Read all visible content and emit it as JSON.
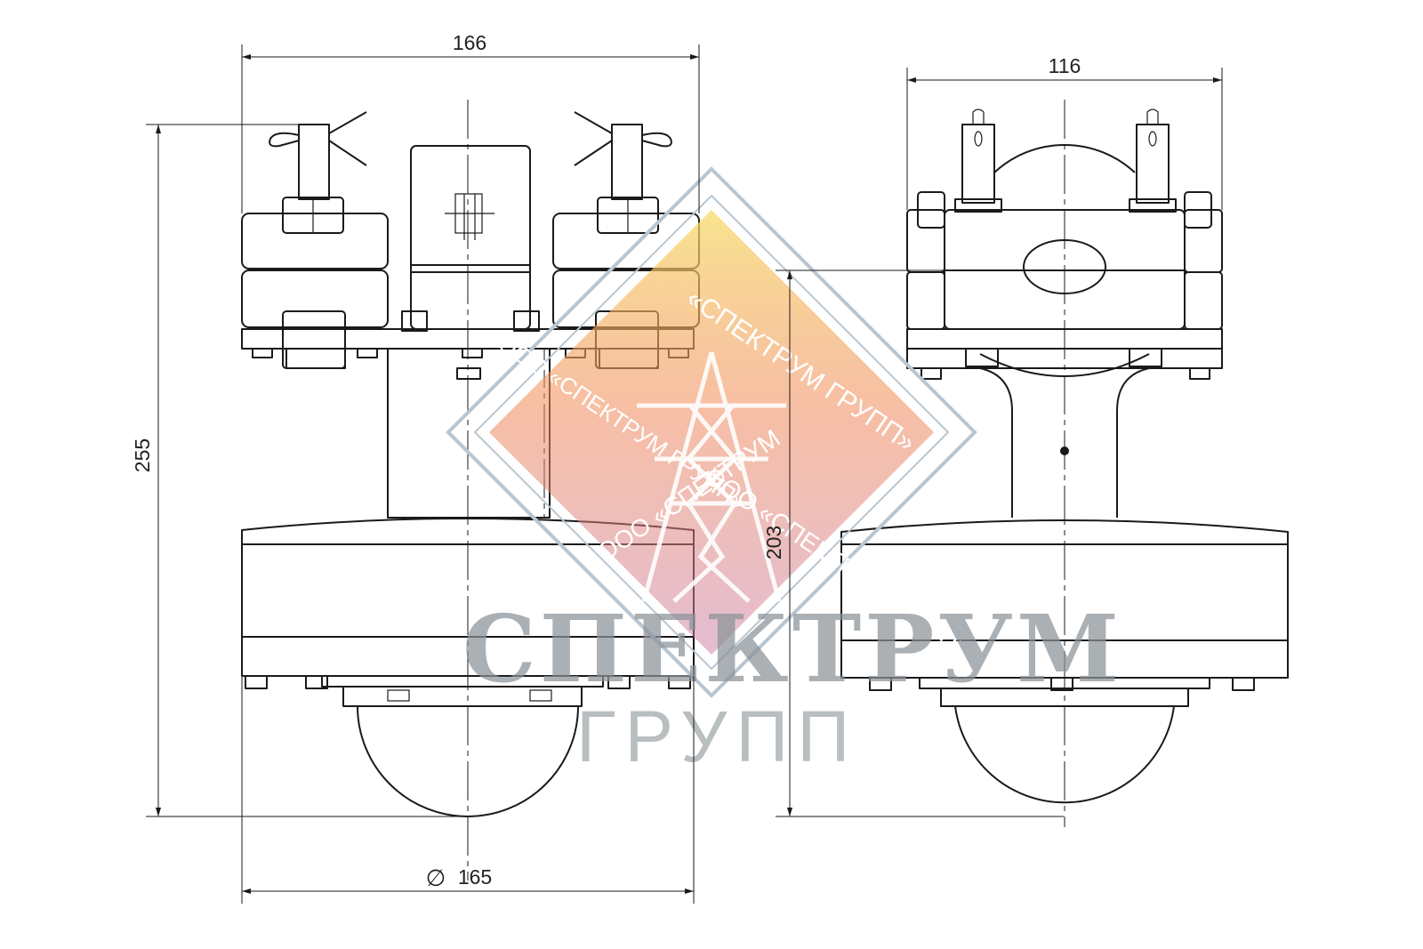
{
  "dimensions": {
    "front_width": "166",
    "front_height": "255",
    "front_diameter": "165",
    "diameter_symbol": "∅",
    "side_width": "116",
    "side_height": "203"
  },
  "watermark": {
    "brand_line1": "СПЕКТРУМ",
    "brand_line2": "ГРУПП",
    "seal_top": "«СПЕКТРУМ ГРУПП»",
    "seal_left": "ООО «СПЕКТРУМ ГРУПП»",
    "seal_bottom": "ООО «СПЕКТРУМ",
    "seal_right": "ООО «СПЕКТРУМ ГРУПП»",
    "colors": {
      "top": "#f7dc6a",
      "mid": "#f08a5a",
      "bottom": "#c97aa3",
      "outline": "#b8c6d2"
    }
  }
}
